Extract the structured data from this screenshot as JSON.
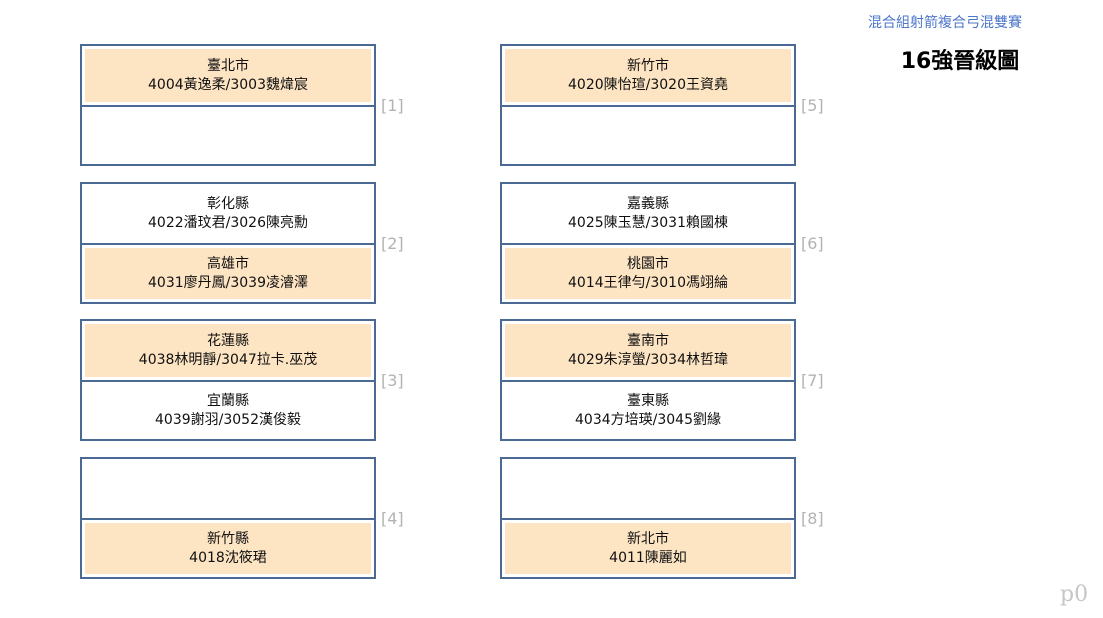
{
  "header": {
    "subtitle": "混合組射箭複合弓混雙賽",
    "title": "16強晉級圖"
  },
  "matches": [
    {
      "label": "[1]",
      "top": {
        "region": "臺北市",
        "players": "4004黃逸柔/3003魏煒宸",
        "winner": true
      },
      "bottom": {
        "region": "",
        "players": "",
        "winner": false
      }
    },
    {
      "label": "[2]",
      "top": {
        "region": "彰化縣",
        "players": "4022潘玟君/3026陳亮勳",
        "winner": false
      },
      "bottom": {
        "region": "高雄市",
        "players": "4031廖丹鳳/3039凌濬澤",
        "winner": true
      }
    },
    {
      "label": "[3]",
      "top": {
        "region": "花蓮縣",
        "players": "4038林明靜/3047拉卡.巫茂",
        "winner": true
      },
      "bottom": {
        "region": "宜蘭縣",
        "players": "4039謝羽/3052漢俊毅",
        "winner": false
      }
    },
    {
      "label": "[4]",
      "top": {
        "region": "",
        "players": "",
        "winner": false
      },
      "bottom": {
        "region": "新竹縣",
        "players": "4018沈筱珺",
        "winner": true
      }
    },
    {
      "label": "[5]",
      "top": {
        "region": "新竹市",
        "players": "4020陳怡瑄/3020王資堯",
        "winner": true
      },
      "bottom": {
        "region": "",
        "players": "",
        "winner": false
      }
    },
    {
      "label": "[6]",
      "top": {
        "region": "嘉義縣",
        "players": "4025陳玉慧/3031賴國棟",
        "winner": false
      },
      "bottom": {
        "region": "桃園市",
        "players": "4014王律勻/3010馮翊綸",
        "winner": true
      }
    },
    {
      "label": "[7]",
      "top": {
        "region": "臺南市",
        "players": "4029朱淳螢/3034林哲瑋",
        "winner": true
      },
      "bottom": {
        "region": "臺東縣",
        "players": "4034方培瑛/3045劉緣",
        "winner": false
      }
    },
    {
      "label": "[8]",
      "top": {
        "region": "",
        "players": "",
        "winner": false
      },
      "bottom": {
        "region": "新北市",
        "players": "4011陳麗如",
        "winner": true
      }
    }
  ],
  "footer": {
    "page_mark": "p0"
  },
  "colors": {
    "winner_fill": "#fde4c3",
    "border": "#4a6a94",
    "subtitle": "#4d77c9"
  }
}
